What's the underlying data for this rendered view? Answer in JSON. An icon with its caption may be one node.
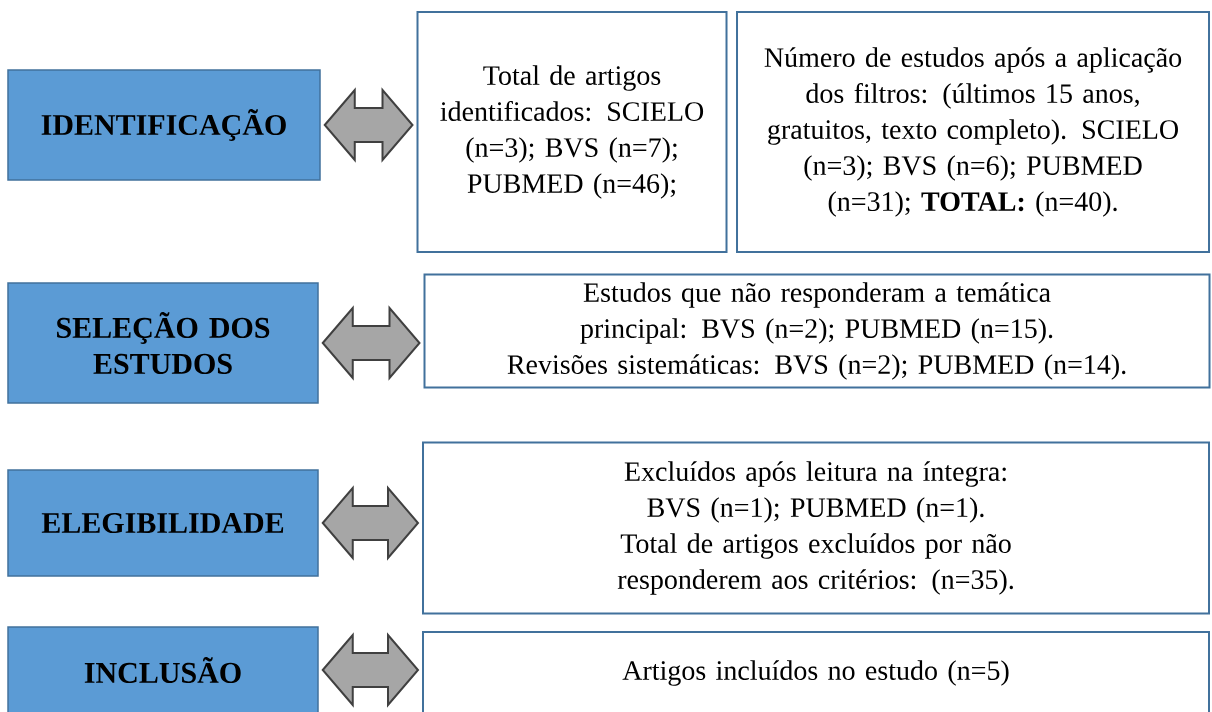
{
  "diagram": {
    "nodes": [
      {
        "text": [
          "IDENTIFICAÇÃO"
        ]
      },
      {
        "text": [
          "Total de artigos identificados: SCIELO (n=3); BVS (n=7); PUBMED (n=46);"
        ]
      },
      {
        "text": [
          "Número de estudos após a aplicação dos filtros: (últimos 15 anos, gratuitos, texto completo). SCIELO (n=3); BVS (n=6); PUBMED (n=31); **TOTAL:** (n=40)."
        ]
      },
      {
        "text": [
          "SELEÇÃO DOS ESTUDOS"
        ]
      },
      {
        "text": [
          "Estudos que não responderam a temática principal: BVS (n=2); PUBMED (n=15).",
          "Revisões sistemáticas: BVS (n=2); PUBMED (n=14)."
        ]
      },
      {
        "text": [
          "ELEGIBILIDADE"
        ]
      },
      {
        "text": [
          "Excluídos após leitura na íntegra: BVS (n=1); PUBMED (n=1).",
          "Total de artigos excluídos por não responderem aos critérios: (n=35)."
        ]
      },
      {
        "text": [
          "INCLUSÃO"
        ]
      },
      {
        "text": [
          "Artigos incluídos no estudo (n=5)"
        ]
      }
    ],
    "edges": [
      {
        "from": 0,
        "to": 1,
        "arrow": "both"
      },
      {
        "from": 3,
        "to": 4,
        "arrow": "both"
      },
      {
        "from": 5,
        "to": 6,
        "arrow": "both"
      },
      {
        "from": 7,
        "to": 8,
        "arrow": "both"
      }
    ]
  }
}
